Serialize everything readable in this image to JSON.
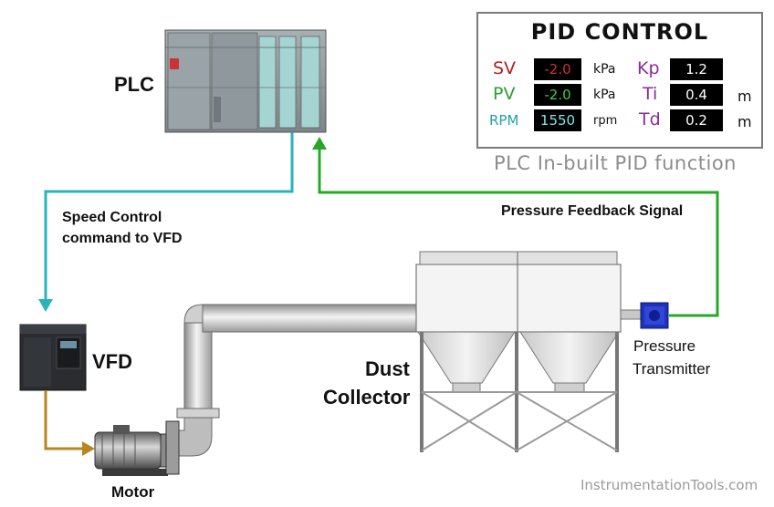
{
  "labels": {
    "plc": "PLC",
    "vfd": "VFD",
    "motor": "Motor",
    "dust_collector_line1": "Dust",
    "dust_collector_line2": "Collector",
    "pressure_transmitter_line1": "Pressure",
    "pressure_transmitter_line2": "Transmitter",
    "speed_control_line1": "Speed Control",
    "speed_control_line2": "command to VFD",
    "pressure_feedback": "Pressure Feedback Signal"
  },
  "pid_panel": {
    "title": "PID  CONTROL",
    "caption": "PLC In-built PID function",
    "rows": [
      {
        "name": "SV",
        "value": "-2.0",
        "unit": "kPa",
        "param": "Kp",
        "param_value": "1.2",
        "param_unit": ""
      },
      {
        "name": "PV",
        "value": "-2.0",
        "unit": "kPa",
        "param": "Ti",
        "param_value": "0.4",
        "param_unit": "m"
      },
      {
        "name": "RPM",
        "value": "1550",
        "unit": "rpm",
        "param": "Td",
        "param_value": "0.2",
        "param_unit": "m"
      }
    ],
    "colors": {
      "sv": "#b02020",
      "pv": "#2e9e2e",
      "rpm": "#22a2a8",
      "param": "#8a2a9a",
      "sv_value": "#d23030",
      "pv_value": "#3fcf3f",
      "rpm_value": "#7fe6e6",
      "param_value": "#ffffff"
    }
  },
  "signal_colors": {
    "speed_control": "#2ab3b8",
    "pressure_feedback": "#26a826",
    "motor_power": "#b8861e"
  },
  "watermark": "InstrumentationTools.com"
}
